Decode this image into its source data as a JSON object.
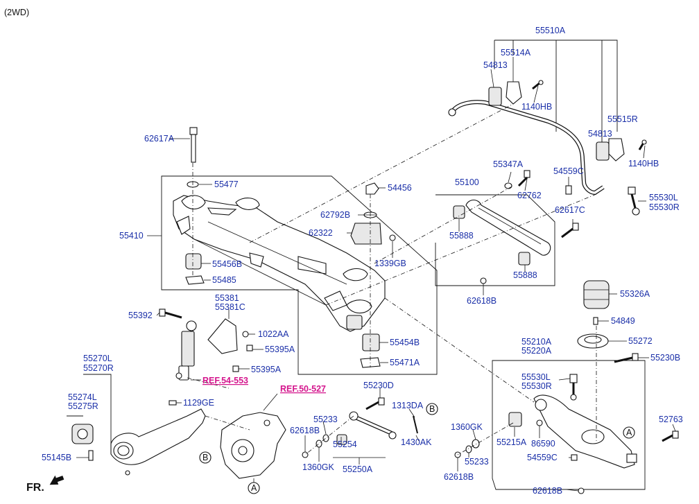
{
  "header": {
    "variant": "(2WD)"
  },
  "labels": {
    "p55510A": "55510A",
    "p55514A": "55514A",
    "p54813a": "54813",
    "p1140HBa": "1140HB",
    "p55515R": "55515R",
    "p54813b": "54813",
    "p1140HBb": "1140HB",
    "p62617Aa": "62617A",
    "p55477": "55477",
    "p54456": "54456",
    "p55347A": "55347A",
    "p55100": "55100",
    "p62762": "62762",
    "p54559Ca": "54559C",
    "p55530La": "55530L",
    "p55530Ra": "55530R",
    "p62792B": "62792B",
    "p62617C": "62617C",
    "p62322": "62322",
    "p55410": "55410",
    "p55888a": "55888",
    "p1339GB": "1339GB",
    "p55456B": "55456B",
    "p55888b": "55888",
    "p55485": "55485",
    "p62618Ba": "62618B",
    "p55326A": "55326A",
    "p55381": "55381",
    "p55381C": "55381C",
    "p55392": "55392",
    "p54849": "54849",
    "p1022AA": "1022AA",
    "p55272": "55272",
    "p55454B": "55454B",
    "p55210A": "55210A",
    "p55220A": "55220A",
    "p55395Aa": "55395A",
    "p55230B": "55230B",
    "p55270L": "55270L",
    "p55270R": "55270R",
    "p55471A": "55471A",
    "p55395Ab": "55395A",
    "pREF553": "REF.54-553",
    "p55530Lb": "55530L",
    "p55530Rb": "55530R",
    "p55230D": "55230D",
    "pREF527": "REF.50-527",
    "p55274L": "55274L",
    "p55275R": "55275R",
    "p1129GE": "1129GE",
    "p1313DA": "1313DA",
    "pB1": "B",
    "p55233a": "55233",
    "p1360GKa": "1360GK",
    "p52763": "52763",
    "p62618Bb": "62618B",
    "p1430AK": "1430AK",
    "p55215A": "55215A",
    "p86590": "86590",
    "pA1": "A",
    "p55145B": "55145B",
    "pB2": "B",
    "p55254": "55254",
    "p55233b": "55233",
    "p54559Cb": "54559C",
    "p1360GKb": "1360GK",
    "p62618Bc": "62618B",
    "p55250A": "55250A",
    "pA2": "A",
    "p62618Bd": "62618B",
    "pFR": "FR."
  }
}
